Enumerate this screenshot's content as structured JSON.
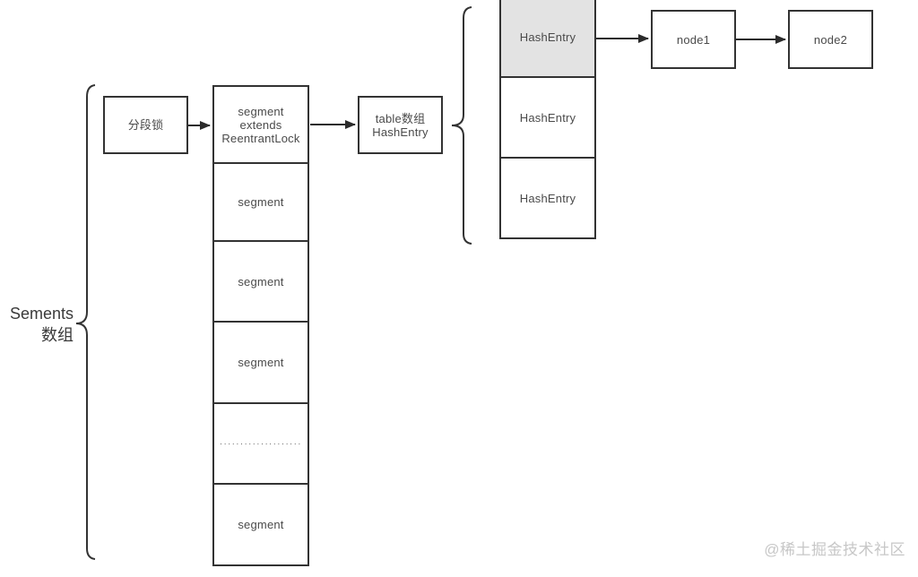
{
  "diagram": {
    "segments_label": "Sements\n数组",
    "lock_box_label": "分段锁",
    "segment_column": {
      "cells": [
        {
          "label": "segment\nextends\nReentrantLock"
        },
        {
          "label": "segment"
        },
        {
          "label": "segment"
        },
        {
          "label": "segment"
        },
        {
          "label": "····················"
        },
        {
          "label": "segment"
        }
      ]
    },
    "table_box_label": "table数组\nHashEntry",
    "hash_entry_column": {
      "cells": [
        {
          "label": "HashEntry",
          "highlighted": true
        },
        {
          "label": "HashEntry",
          "highlighted": false
        },
        {
          "label": "HashEntry",
          "highlighted": false
        }
      ]
    },
    "node_boxes": [
      {
        "label": "node1"
      },
      {
        "label": "node2"
      }
    ]
  },
  "watermark": "@稀土掘金技术社区",
  "colors": {
    "border": "#333333",
    "highlight_fill": "#e3e3e3",
    "text": "#4a4a4a",
    "watermark": "#c7c7c7",
    "background": "#ffffff"
  }
}
